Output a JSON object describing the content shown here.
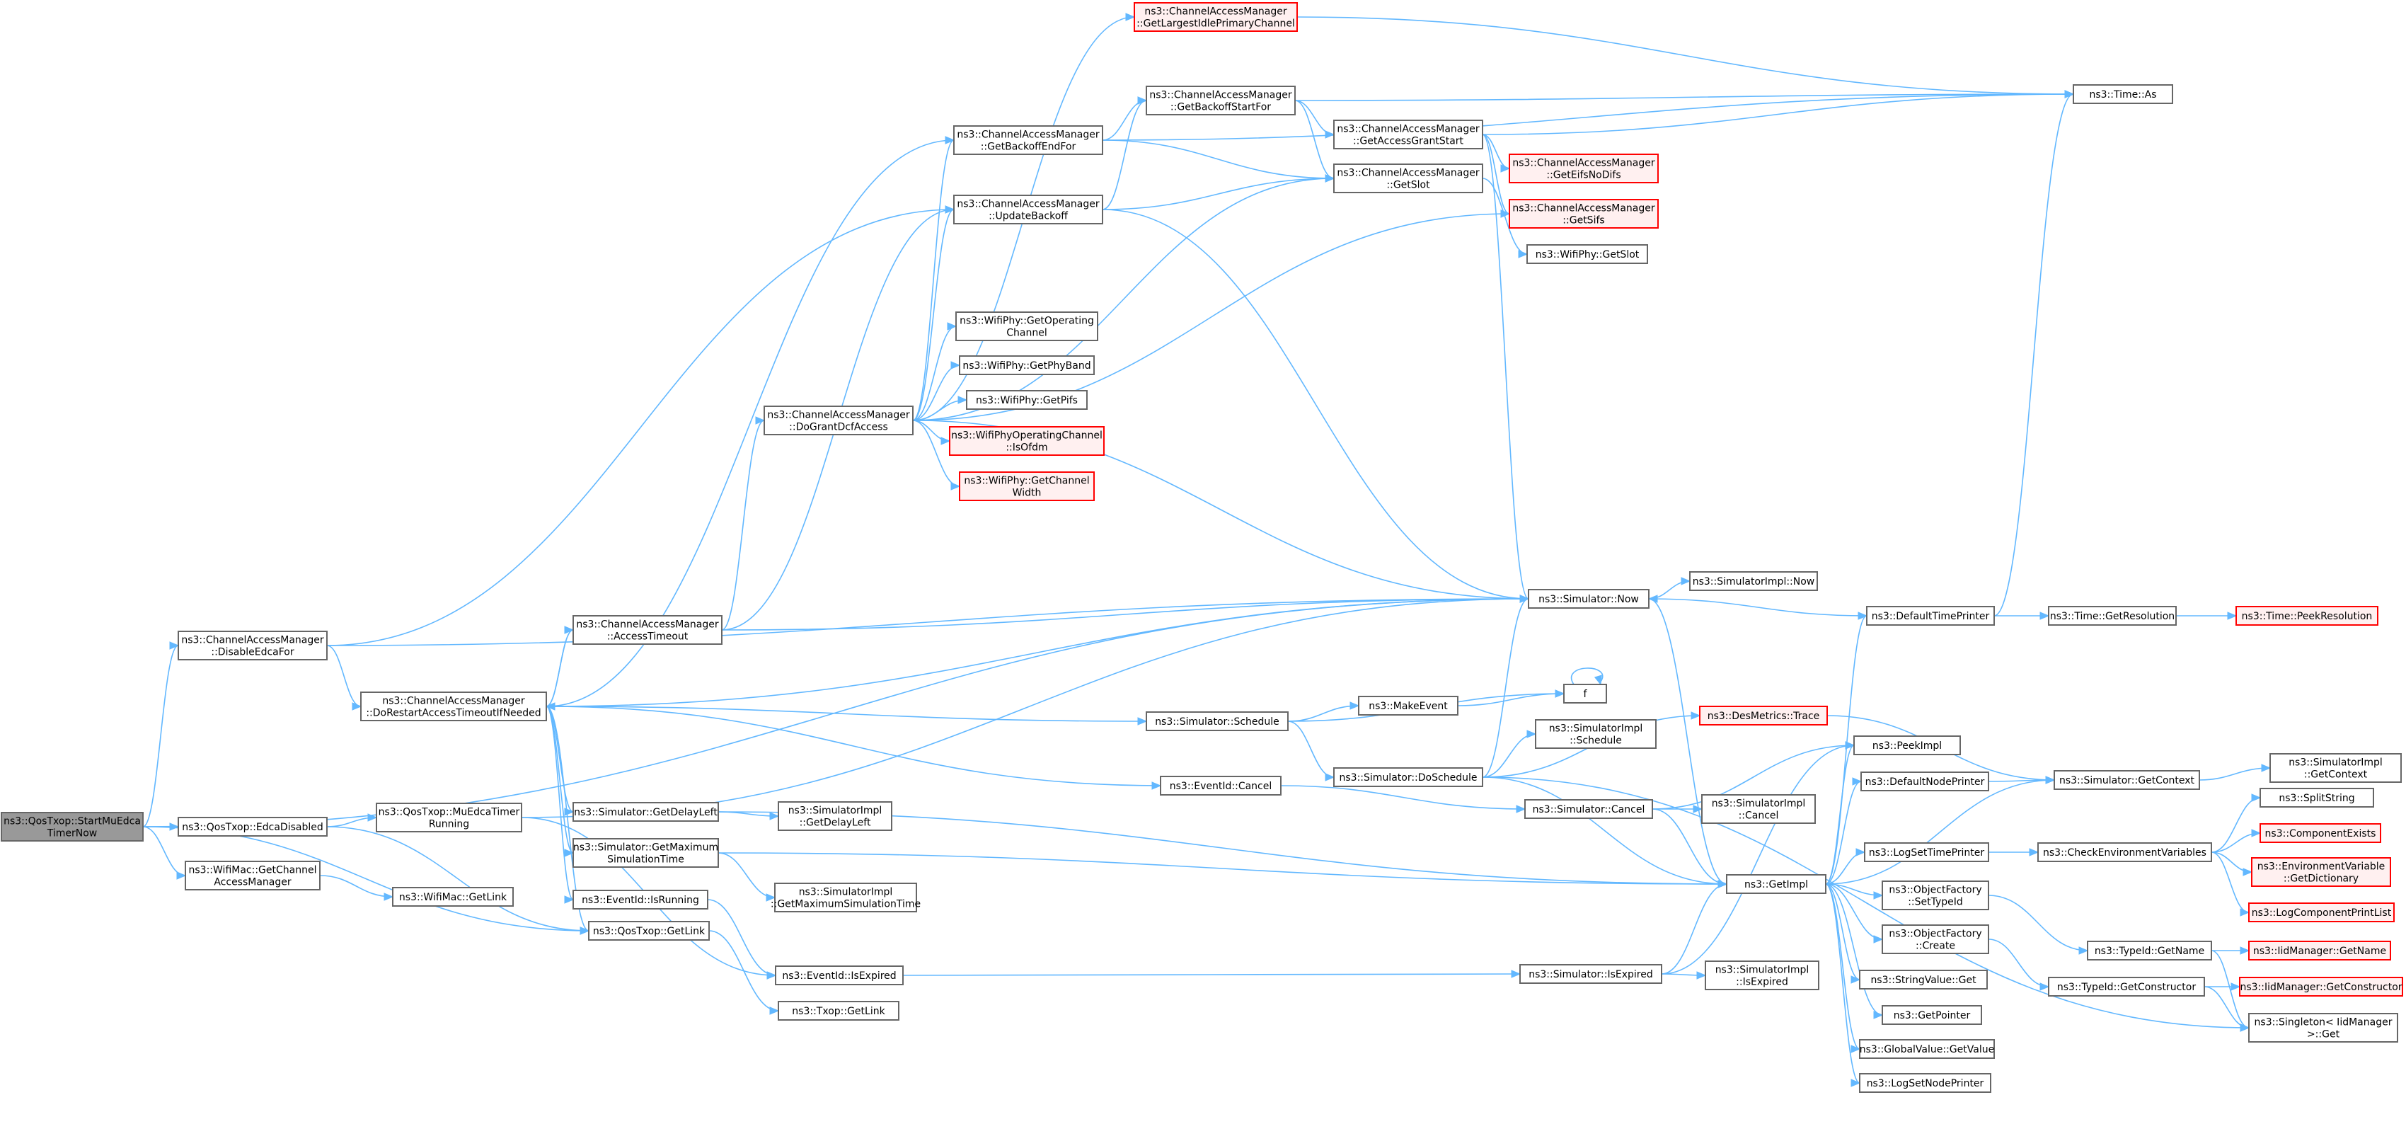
{
  "colors": {
    "edge": "#63b8ff",
    "normal_border": "#666666",
    "normal_fill": "#ffffff",
    "truncated_border": "#ff0000",
    "truncated_fill": "#fff0f0",
    "root_fill": "#999999",
    "root_border": "#666666"
  },
  "nodes": [
    {
      "id": "root",
      "lines": [
        "ns3::QosTxop::StartMuEdca",
        "TimerNow"
      ],
      "kind": "root"
    },
    {
      "id": "disableEdcaFor",
      "lines": [
        "ns3::ChannelAccessManager",
        "::DisableEdcaFor"
      ],
      "kind": "normal"
    },
    {
      "id": "edcaDisabled",
      "lines": [
        "ns3::QosTxop::EdcaDisabled"
      ],
      "kind": "normal"
    },
    {
      "id": "getCAM",
      "lines": [
        "ns3::WifiMac::GetChannel",
        "AccessManager"
      ],
      "kind": "normal"
    },
    {
      "id": "wifiMacGetLink",
      "lines": [
        "ns3::WifiMac::GetLink"
      ],
      "kind": "normal"
    },
    {
      "id": "doRestart",
      "lines": [
        "ns3::ChannelAccessManager",
        "::DoRestartAccessTimeoutIfNeeded"
      ],
      "kind": "normal"
    },
    {
      "id": "accessTimeout",
      "lines": [
        "ns3::ChannelAccessManager",
        "::AccessTimeout"
      ],
      "kind": "normal"
    },
    {
      "id": "muEdcaRunning",
      "lines": [
        "ns3::QosTxop::MuEdcaTimer",
        "Running"
      ],
      "kind": "normal"
    },
    {
      "id": "doGrant",
      "lines": [
        "ns3::ChannelAccessManager",
        "::DoGrantDcfAccess"
      ],
      "kind": "normal"
    },
    {
      "id": "getBackoffEndFor",
      "lines": [
        "ns3::ChannelAccessManager",
        "::GetBackoffEndFor"
      ],
      "kind": "normal"
    },
    {
      "id": "updateBackoff",
      "lines": [
        "ns3::ChannelAccessManager",
        "::UpdateBackoff"
      ],
      "kind": "normal"
    },
    {
      "id": "getLargestIdle",
      "lines": [
        "ns3::ChannelAccessManager",
        "::GetLargestIdlePrimaryChannel"
      ],
      "kind": "truncated"
    },
    {
      "id": "getBackoffStartFor",
      "lines": [
        "ns3::ChannelAccessManager",
        "::GetBackoffStartFor"
      ],
      "kind": "normal"
    },
    {
      "id": "getAccessGrantStart",
      "lines": [
        "ns3::ChannelAccessManager",
        "::GetAccessGrantStart"
      ],
      "kind": "normal"
    },
    {
      "id": "getSlot",
      "lines": [
        "ns3::ChannelAccessManager",
        "::GetSlot"
      ],
      "kind": "normal"
    },
    {
      "id": "getEifsNoDifs",
      "lines": [
        "ns3::ChannelAccessManager",
        "::GetEifsNoDifs"
      ],
      "kind": "truncated"
    },
    {
      "id": "getSifs",
      "lines": [
        "ns3::ChannelAccessManager",
        "::GetSifs"
      ],
      "kind": "truncated"
    },
    {
      "id": "phyGetSlot",
      "lines": [
        "ns3::WifiPhy::GetSlot"
      ],
      "kind": "normal"
    },
    {
      "id": "timeAs",
      "lines": [
        "ns3::Time::As"
      ],
      "kind": "normal"
    },
    {
      "id": "phyGetOpCh",
      "lines": [
        "ns3::WifiPhy::GetOperating",
        "Channel"
      ],
      "kind": "normal"
    },
    {
      "id": "phyGetPhyBand",
      "lines": [
        "ns3::WifiPhy::GetPhyBand"
      ],
      "kind": "normal"
    },
    {
      "id": "phyGetPifs",
      "lines": [
        "ns3::WifiPhy::GetPifs"
      ],
      "kind": "normal"
    },
    {
      "id": "isOfdm",
      "lines": [
        "ns3::WifiPhyOperatingChannel",
        "::IsOfdm"
      ],
      "kind": "truncated"
    },
    {
      "id": "getChWidth",
      "lines": [
        "ns3::WifiPhy::GetChannel",
        "Width"
      ],
      "kind": "truncated"
    },
    {
      "id": "simNow",
      "lines": [
        "ns3::Simulator::Now"
      ],
      "kind": "normal"
    },
    {
      "id": "simImplNow",
      "lines": [
        "ns3::SimulatorImpl::Now"
      ],
      "kind": "normal"
    },
    {
      "id": "defaultTimePrinter",
      "lines": [
        "ns3::DefaultTimePrinter"
      ],
      "kind": "normal"
    },
    {
      "id": "getResolution",
      "lines": [
        "ns3::Time::GetResolution"
      ],
      "kind": "normal"
    },
    {
      "id": "peekResolution",
      "lines": [
        "ns3::Time::PeekResolution"
      ],
      "kind": "truncated"
    },
    {
      "id": "simSchedule",
      "lines": [
        "ns3::Simulator::Schedule"
      ],
      "kind": "normal"
    },
    {
      "id": "makeEvent",
      "lines": [
        "ns3::MakeEvent"
      ],
      "kind": "normal"
    },
    {
      "id": "f",
      "lines": [
        "f"
      ],
      "kind": "normal"
    },
    {
      "id": "simImplSchedule",
      "lines": [
        "ns3::SimulatorImpl",
        "::Schedule"
      ],
      "kind": "normal"
    },
    {
      "id": "desMetricsTrace",
      "lines": [
        "ns3::DesMetrics::Trace"
      ],
      "kind": "truncated"
    },
    {
      "id": "simDoSchedule",
      "lines": [
        "ns3::Simulator::DoSchedule"
      ],
      "kind": "normal"
    },
    {
      "id": "eventIdCancel",
      "lines": [
        "ns3::EventId::Cancel"
      ],
      "kind": "normal"
    },
    {
      "id": "simCancel",
      "lines": [
        "ns3::Simulator::Cancel"
      ],
      "kind": "normal"
    },
    {
      "id": "simImplCancel",
      "lines": [
        "ns3::SimulatorImpl",
        "::Cancel"
      ],
      "kind": "normal"
    },
    {
      "id": "getDelayLeft",
      "lines": [
        "ns3::Simulator::GetDelayLeft"
      ],
      "kind": "normal"
    },
    {
      "id": "simImplGetDelayLeft",
      "lines": [
        "ns3::SimulatorImpl",
        "::GetDelayLeft"
      ],
      "kind": "normal"
    },
    {
      "id": "getMaxSimTime",
      "lines": [
        "ns3::Simulator::GetMaximum",
        "SimulationTime"
      ],
      "kind": "normal"
    },
    {
      "id": "simImplGetMax",
      "lines": [
        "ns3::SimulatorImpl",
        "::GetMaximumSimulationTime"
      ],
      "kind": "normal"
    },
    {
      "id": "eventIdIsRunning",
      "lines": [
        "ns3::EventId::IsRunning"
      ],
      "kind": "normal"
    },
    {
      "id": "qosGetLink",
      "lines": [
        "ns3::QosTxop::GetLink"
      ],
      "kind": "normal"
    },
    {
      "id": "eventIdIsExpired",
      "lines": [
        "ns3::EventId::IsExpired"
      ],
      "kind": "normal"
    },
    {
      "id": "txopGetLink",
      "lines": [
        "ns3::Txop::GetLink"
      ],
      "kind": "normal"
    },
    {
      "id": "simIsExpired",
      "lines": [
        "ns3::Simulator::IsExpired"
      ],
      "kind": "normal"
    },
    {
      "id": "simImplIsExpired",
      "lines": [
        "ns3::SimulatorImpl",
        "::IsExpired"
      ],
      "kind": "normal"
    },
    {
      "id": "getImpl",
      "lines": [
        "ns3::GetImpl"
      ],
      "kind": "normal"
    },
    {
      "id": "peekImpl",
      "lines": [
        "ns3::PeekImpl"
      ],
      "kind": "normal"
    },
    {
      "id": "defaultNodePrinter",
      "lines": [
        "ns3::DefaultNodePrinter"
      ],
      "kind": "normal"
    },
    {
      "id": "logSetTimePrinter",
      "lines": [
        "ns3::LogSetTimePrinter"
      ],
      "kind": "normal"
    },
    {
      "id": "ofSetTypeId",
      "lines": [
        "ns3::ObjectFactory",
        "::SetTypeId"
      ],
      "kind": "normal"
    },
    {
      "id": "ofCreate",
      "lines": [
        "ns3::ObjectFactory",
        "::Create"
      ],
      "kind": "normal"
    },
    {
      "id": "stringValueGet",
      "lines": [
        "ns3::StringValue::Get"
      ],
      "kind": "normal"
    },
    {
      "id": "getPointer",
      "lines": [
        "ns3::GetPointer"
      ],
      "kind": "normal"
    },
    {
      "id": "globalValueGet",
      "lines": [
        "ns3::GlobalValue::GetValue"
      ],
      "kind": "normal"
    },
    {
      "id": "logSetNodePrinter",
      "lines": [
        "ns3::LogSetNodePrinter"
      ],
      "kind": "normal"
    },
    {
      "id": "simGetContext",
      "lines": [
        "ns3::Simulator::GetContext"
      ],
      "kind": "normal"
    },
    {
      "id": "simImplGetContext",
      "lines": [
        "ns3::SimulatorImpl",
        "::GetContext"
      ],
      "kind": "normal"
    },
    {
      "id": "checkEnv",
      "lines": [
        "ns3::CheckEnvironmentVariables"
      ],
      "kind": "normal"
    },
    {
      "id": "splitString",
      "lines": [
        "ns3::SplitString"
      ],
      "kind": "normal"
    },
    {
      "id": "componentExists",
      "lines": [
        "ns3::ComponentExists"
      ],
      "kind": "truncated"
    },
    {
      "id": "envGetDict",
      "lines": [
        "ns3::EnvironmentVariable",
        "::GetDictionary"
      ],
      "kind": "truncated"
    },
    {
      "id": "logCompPrintList",
      "lines": [
        "ns3::LogComponentPrintList"
      ],
      "kind": "truncated"
    },
    {
      "id": "typeIdGetName",
      "lines": [
        "ns3::TypeId::GetName"
      ],
      "kind": "normal"
    },
    {
      "id": "iidGetName",
      "lines": [
        "ns3::IidManager::GetName"
      ],
      "kind": "truncated"
    },
    {
      "id": "typeIdGetCtor",
      "lines": [
        "ns3::TypeId::GetConstructor"
      ],
      "kind": "normal"
    },
    {
      "id": "iidGetCtor",
      "lines": [
        "ns3::IidManager::GetConstructor"
      ],
      "kind": "truncated"
    },
    {
      "id": "singletonGet",
      "lines": [
        "ns3::Singleton< IidManager",
        ">::Get"
      ],
      "kind": "normal"
    }
  ],
  "edges": [
    [
      "root",
      "disableEdcaFor"
    ],
    [
      "root",
      "edcaDisabled"
    ],
    [
      "root",
      "getCAM"
    ],
    [
      "root",
      "qosGetLink"
    ],
    [
      "root",
      "simNow"
    ],
    [
      "disableEdcaFor",
      "doRestart"
    ],
    [
      "disableEdcaFor",
      "updateBackoff"
    ],
    [
      "disableEdcaFor",
      "simNow"
    ],
    [
      "edcaDisabled",
      "muEdcaRunning"
    ],
    [
      "edcaDisabled",
      "qosGetLink"
    ],
    [
      "getCAM",
      "wifiMacGetLink"
    ],
    [
      "doRestart",
      "accessTimeout"
    ],
    [
      "doRestart",
      "getBackoffEndFor"
    ],
    [
      "doRestart",
      "simNow"
    ],
    [
      "doRestart",
      "simSchedule"
    ],
    [
      "doRestart",
      "eventIdCancel"
    ],
    [
      "doRestart",
      "getDelayLeft"
    ],
    [
      "doRestart",
      "getMaxSimTime"
    ],
    [
      "doRestart",
      "eventIdIsRunning"
    ],
    [
      "doRestart",
      "qosGetLink"
    ],
    [
      "accessTimeout",
      "doRestart"
    ],
    [
      "accessTimeout",
      "doGrant"
    ],
    [
      "accessTimeout",
      "updateBackoff"
    ],
    [
      "accessTimeout",
      "simNow"
    ],
    [
      "muEdcaRunning",
      "eventIdIsExpired"
    ],
    [
      "muEdcaRunning",
      "simNow"
    ],
    [
      "doGrant",
      "getBackoffEndFor"
    ],
    [
      "doGrant",
      "getLargestIdle"
    ],
    [
      "doGrant",
      "getSlot"
    ],
    [
      "doGrant",
      "getSifs"
    ],
    [
      "doGrant",
      "phyGetOpCh"
    ],
    [
      "doGrant",
      "phyGetPhyBand"
    ],
    [
      "doGrant",
      "phyGetPifs"
    ],
    [
      "doGrant",
      "isOfdm"
    ],
    [
      "doGrant",
      "getChWidth"
    ],
    [
      "doGrant",
      "updateBackoff"
    ],
    [
      "doGrant",
      "simNow"
    ],
    [
      "getBackoffEndFor",
      "getBackoffStartFor"
    ],
    [
      "getBackoffEndFor",
      "getSlot"
    ],
    [
      "getBackoffEndFor",
      "timeAs"
    ],
    [
      "updateBackoff",
      "getBackoffStartFor"
    ],
    [
      "updateBackoff",
      "getSlot"
    ],
    [
      "updateBackoff",
      "simNow"
    ],
    [
      "getLargestIdle",
      "timeAs"
    ],
    [
      "getBackoffStartFor",
      "getAccessGrantStart"
    ],
    [
      "getBackoffStartFor",
      "getSlot"
    ],
    [
      "getBackoffStartFor",
      "timeAs"
    ],
    [
      "getAccessGrantStart",
      "getEifsNoDifs"
    ],
    [
      "getAccessGrantStart",
      "getSifs"
    ],
    [
      "getAccessGrantStart",
      "timeAs"
    ],
    [
      "getAccessGrantStart",
      "simNow"
    ],
    [
      "getSlot",
      "phyGetSlot"
    ],
    [
      "simNow",
      "simImplNow"
    ],
    [
      "simNow",
      "getImpl"
    ],
    [
      "defaultTimePrinter",
      "simNow"
    ],
    [
      "defaultTimePrinter",
      "getResolution"
    ],
    [
      "defaultTimePrinter",
      "timeAs"
    ],
    [
      "getResolution",
      "peekResolution"
    ],
    [
      "simSchedule",
      "makeEvent"
    ],
    [
      "simSchedule",
      "simDoSchedule"
    ],
    [
      "simSchedule",
      "f"
    ],
    [
      "makeEvent",
      "f"
    ],
    [
      "f",
      "f"
    ],
    [
      "simDoSchedule",
      "simImplSchedule"
    ],
    [
      "simDoSchedule",
      "desMetricsTrace"
    ],
    [
      "simDoSchedule",
      "simNow"
    ],
    [
      "simDoSchedule",
      "getImpl"
    ],
    [
      "simDoSchedule",
      "singletonGet"
    ],
    [
      "desMetricsTrace",
      "simGetContext"
    ],
    [
      "eventIdCancel",
      "simCancel"
    ],
    [
      "simCancel",
      "simImplCancel"
    ],
    [
      "simCancel",
      "getImpl"
    ],
    [
      "simCancel",
      "peekImpl"
    ],
    [
      "getDelayLeft",
      "simImplGetDelayLeft"
    ],
    [
      "getDelayLeft",
      "getImpl"
    ],
    [
      "getMaxSimTime",
      "simImplGetMax"
    ],
    [
      "getMaxSimTime",
      "getImpl"
    ],
    [
      "eventIdIsRunning",
      "eventIdIsExpired"
    ],
    [
      "qosGetLink",
      "txopGetLink"
    ],
    [
      "eventIdIsExpired",
      "simIsExpired"
    ],
    [
      "simIsExpired",
      "simImplIsExpired"
    ],
    [
      "simIsExpired",
      "getImpl"
    ],
    [
      "simIsExpired",
      "peekImpl"
    ],
    [
      "getImpl",
      "peekImpl"
    ],
    [
      "getImpl",
      "defaultNodePrinter"
    ],
    [
      "getImpl",
      "logSetTimePrinter"
    ],
    [
      "getImpl",
      "ofSetTypeId"
    ],
    [
      "getImpl",
      "ofCreate"
    ],
    [
      "getImpl",
      "stringValueGet"
    ],
    [
      "getImpl",
      "getPointer"
    ],
    [
      "getImpl",
      "globalValueGet"
    ],
    [
      "getImpl",
      "logSetNodePrinter"
    ],
    [
      "getImpl",
      "defaultTimePrinter"
    ],
    [
      "getImpl",
      "simGetContext"
    ],
    [
      "defaultNodePrinter",
      "simGetContext"
    ],
    [
      "simGetContext",
      "simImplGetContext"
    ],
    [
      "logSetTimePrinter",
      "checkEnv"
    ],
    [
      "checkEnv",
      "splitString"
    ],
    [
      "checkEnv",
      "componentExists"
    ],
    [
      "checkEnv",
      "envGetDict"
    ],
    [
      "checkEnv",
      "logCompPrintList"
    ],
    [
      "ofSetTypeId",
      "typeIdGetName"
    ],
    [
      "ofCreate",
      "typeIdGetCtor"
    ],
    [
      "typeIdGetName",
      "iidGetName"
    ],
    [
      "typeIdGetName",
      "singletonGet"
    ],
    [
      "typeIdGetCtor",
      "iidGetCtor"
    ],
    [
      "typeIdGetCtor",
      "singletonGet"
    ]
  ]
}
